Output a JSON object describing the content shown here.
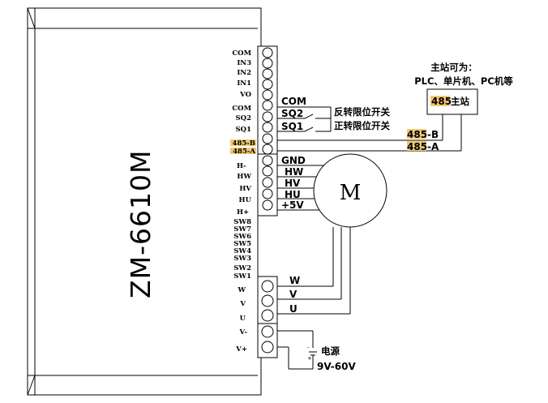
{
  "model": "ZM-6610M",
  "motor_label": "M",
  "terminals": [
    "COM",
    "IN3",
    "IN2",
    "IN1",
    "VO",
    "COM",
    "SQ2",
    "SQ1",
    "485-B",
    "485-A",
    "H-",
    "HW",
    "HV",
    "HU",
    "H+",
    "SW8",
    "SW7",
    "SW6",
    "SW5",
    "SW4",
    "SW3",
    "SW2",
    "SW1",
    "W",
    "V",
    "U",
    "V-",
    "V+"
  ],
  "wire_labels": {
    "com": "COM",
    "sq2": "SQ2",
    "sq1": "SQ1",
    "gnd": "GND",
    "hw": "HW",
    "hv": "HV",
    "hu": "HU",
    "plus5v": "+5V",
    "w": "W",
    "v": "V",
    "u": "U",
    "b485": "485-B",
    "a485": "485-A"
  },
  "limit": {
    "reverse": "反转限位开关",
    "forward": "正转限位开关"
  },
  "master": {
    "title": "主站可为：",
    "options": "PLC、单片机、PC机等",
    "box_prefix": "485",
    "box_suffix": "主站"
  },
  "power": {
    "label": "电源",
    "range": "9V-60V"
  },
  "colors": {
    "highlight": "#f2c872",
    "line": "#000000"
  }
}
